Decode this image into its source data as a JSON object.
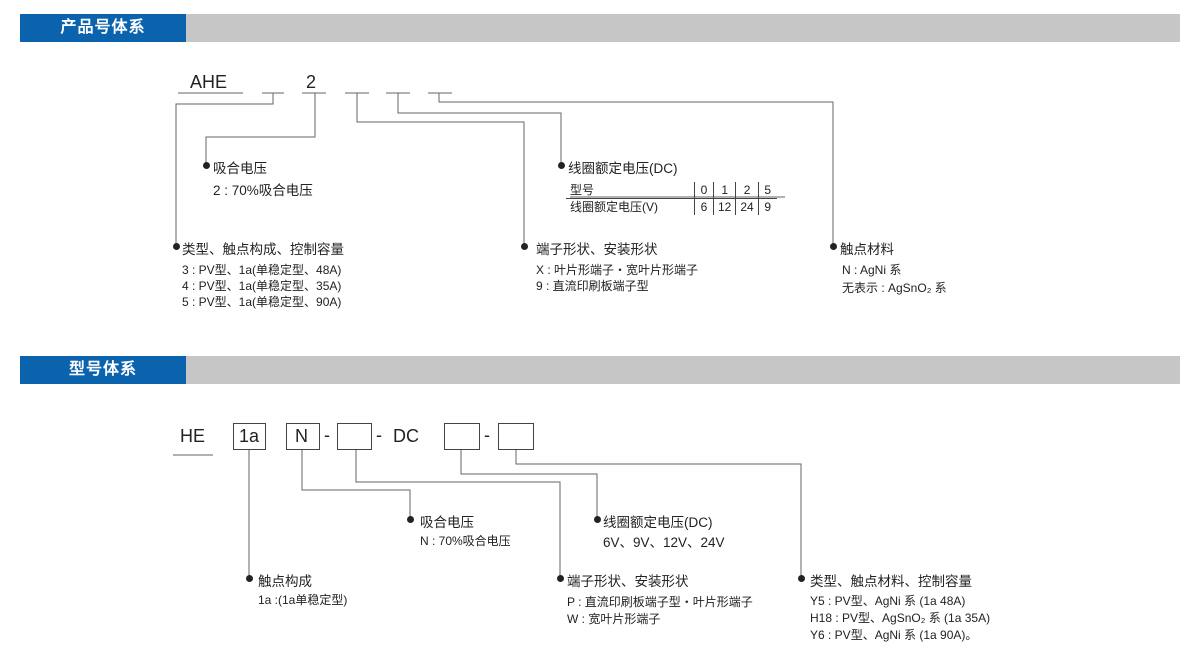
{
  "sections": [
    {
      "title": "产品号体系"
    },
    {
      "title": "型号体系"
    }
  ],
  "product_code": {
    "prefix": "AHE",
    "digit": "2",
    "attraction": {
      "heading": "吸合电压",
      "lines": [
        "2 : 70%吸合电压"
      ]
    },
    "coil": {
      "heading": "线圈额定电压(DC)",
      "table": {
        "row1_label": "型号",
        "row1_values": [
          "0",
          "1",
          "2",
          "5"
        ],
        "row2_label": "线圈额定电压(V)",
        "row2_values": [
          "6",
          "12",
          "24",
          "9"
        ]
      }
    },
    "type": {
      "heading": "类型、触点构成、控制容量",
      "lines": [
        "3 : PV型、1a(单稳定型、48A)",
        "4 : PV型、1a(单稳定型、35A)",
        "5 : PV型、1a(单稳定型、90A)"
      ]
    },
    "terminal": {
      "heading": "端子形状、安装形状",
      "lines": [
        "X : 叶片形端子・宽叶片形端子",
        "9 : 直流印刷板端子型"
      ]
    },
    "contact_material": {
      "heading": "触点材料",
      "lines": [
        "N : AgNi 系",
        "无表示 : AgSnO₂ 系"
      ]
    }
  },
  "model_code": {
    "prefix": "HE",
    "box1": "1a",
    "box2": "N",
    "dash1": "-",
    "dash2": "-",
    "dc": "DC",
    "dash3": "-",
    "attraction": {
      "heading": "吸合电压",
      "lines": [
        "N : 70%吸合电压"
      ]
    },
    "coil": {
      "heading": "线圈额定电压(DC)",
      "lines": [
        "6V、9V、12V、24V"
      ]
    },
    "contact": {
      "heading": "触点构成",
      "lines": [
        "1a :(1a单稳定型)"
      ]
    },
    "terminal": {
      "heading": "端子形状、安装形状",
      "lines": [
        "P : 直流印刷板端子型・叶片形端子",
        "W : 宽叶片形端子"
      ]
    },
    "type": {
      "heading": "类型、触点材料、控制容量",
      "lines": [
        "Y5 : PV型、AgNi 系 (1a 48A)",
        "H18 : PV型、AgSnO₂ 系 (1a 35A)",
        "Y6 : PV型、AgNi 系 (1a 90A)。"
      ]
    }
  }
}
